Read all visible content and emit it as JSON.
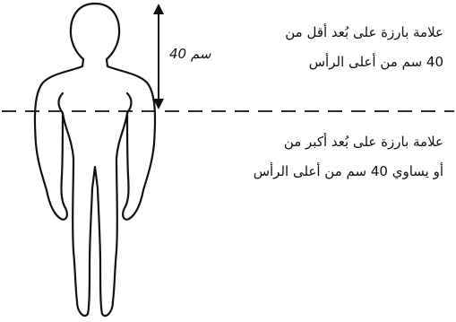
{
  "measurement": {
    "label": "40 سم"
  },
  "captions": {
    "above": {
      "line1": "علامة بارزة على بُعد أقل من",
      "line2": "40 سم من أعلى الرأس"
    },
    "below": {
      "line1": "علامة بارزة على بُعد أكبر من",
      "line2": "أو يساوي 40 سم من أعلى الرأس"
    }
  },
  "colors": {
    "ink": "#111111",
    "background": "#ffffff"
  }
}
